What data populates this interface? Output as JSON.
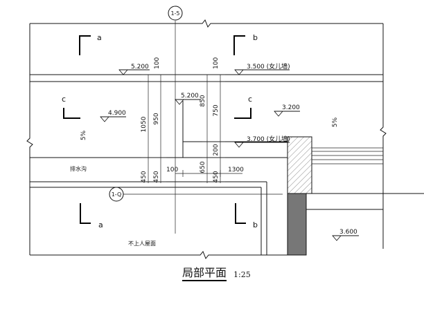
{
  "axes": {
    "vertical": "1-5",
    "horizontal": "1-Q"
  },
  "sections": {
    "a": "a",
    "b": "b",
    "c": "c"
  },
  "elevations": {
    "e1": "5.200",
    "e2": "3.500 (女儿墙)",
    "e3": "5.200",
    "e4": "4.900",
    "e5": "3.200",
    "e6": "3.700 (女儿墙)",
    "e7": "3.600"
  },
  "slopes": {
    "left": "5%",
    "right": "5%"
  },
  "dims": {
    "d100a": "100",
    "d100b": "100",
    "d1050": "1050",
    "d950": "950",
    "d850": "850",
    "d750": "750",
    "d200": "200",
    "d450a": "450",
    "d450b": "450",
    "d650": "650",
    "d450c": "450",
    "d100c": "100",
    "d1300": "1300"
  },
  "labels": {
    "drain": "排水沟",
    "no_access_roof": "不上人屋面"
  },
  "title": {
    "main": "局部平面",
    "scale": "1:25"
  }
}
